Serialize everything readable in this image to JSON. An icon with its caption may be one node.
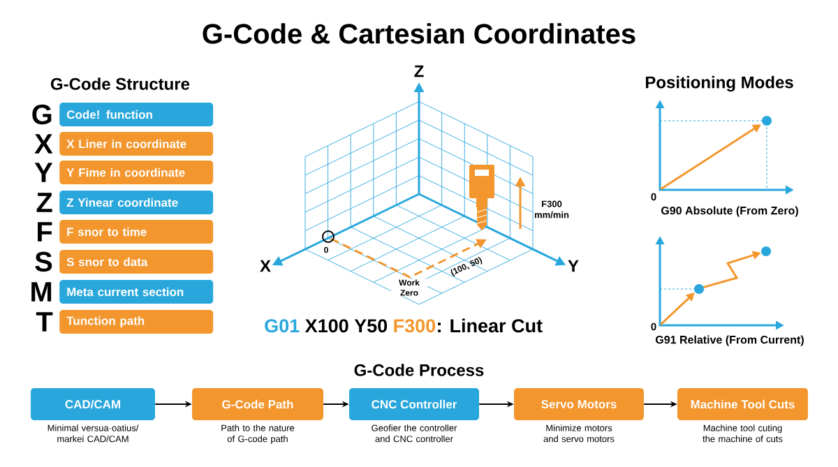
{
  "diagram": {
    "title": "G-Code & Cartesian Coordinates",
    "nodes": [
      {
        "text": [
          "Code! function"
        ],
        "beside": [
          "G"
        ]
      },
      {
        "text": [
          "X Liner in coordinate"
        ],
        "beside": [
          "X"
        ]
      },
      {
        "text": [
          "Y Fime in coordinate"
        ],
        "beside": [
          "Y"
        ]
      },
      {
        "text": [
          "Z Yinear coordinate"
        ],
        "beside": [
          "Z"
        ]
      },
      {
        "text": [
          "F snor to time"
        ],
        "beside": [
          "F"
        ]
      },
      {
        "text": [
          "S snor to data"
        ],
        "beside": [
          "S"
        ]
      },
      {
        "text": [
          "Meta current section"
        ],
        "beside": [
          "M"
        ]
      },
      {
        "text": [
          "Tunction path"
        ],
        "beside": [
          "T"
        ]
      },
      {
        "text": [
          "CAD/CAM"
        ],
        "beside": [
          "Minimal versua·oatius/ markei CAD/CAM"
        ]
      },
      {
        "text": [
          "G-Code Path"
        ],
        "beside": [
          "Path to the nature of G-code path"
        ]
      },
      {
        "text": [
          "CNC Controller"
        ],
        "beside": [
          "Geofier the controller and CNC controller"
        ]
      },
      {
        "text": [
          "Servo Motors"
        ],
        "beside": [
          "Minimize motors and servo motors"
        ]
      },
      {
        "text": [
          "Machine Tool Cuts"
        ],
        "beside": [
          "Machine tool cuting the machine of cuts"
        ]
      }
    ],
    "edges": [
      {
        "from": 8,
        "to": 9,
        "arrow": "to"
      },
      {
        "from": 9,
        "to": 10,
        "arrow": "to"
      },
      {
        "from": 10,
        "to": 11,
        "arrow": "to"
      },
      {
        "from": 11,
        "to": 12,
        "arrow": "to"
      }
    ],
    "labels": [
      "G-Code Structure",
      "Z",
      "Positioning Modes",
      "0",
      "G90 Absolute (From Zero)",
      "F300 mm/min",
      "X",
      "0",
      "Y",
      "(100, 50)",
      "Work Zero",
      "0",
      "G91 Relative (From Current)",
      "G01",
      "X100 Y50",
      "F300",
      ": Linear Cut",
      "G-Code Process"
    ]
  }
}
